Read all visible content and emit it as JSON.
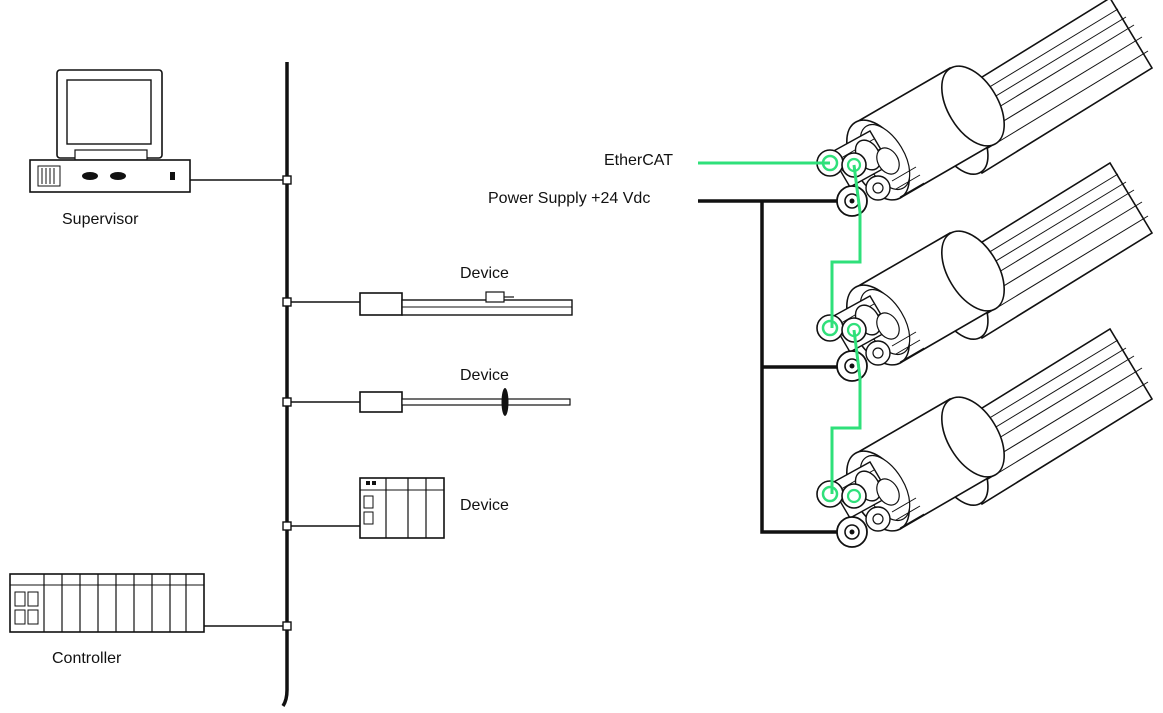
{
  "labels": {
    "supervisor": "Supervisor",
    "controller": "Controller",
    "device_1": "Device",
    "device_2": "Device",
    "device_3": "Device",
    "ethercat": "EtherCAT",
    "power": "Power Supply +24 Vdc"
  },
  "colors": {
    "ethercat_line": "#2fe07a",
    "line": "#111111",
    "background": "#ffffff"
  },
  "icons": {
    "supervisor": "desktop-computer-icon",
    "controller": "plc-rack-icon",
    "device_1": "linear-actuator-icon",
    "device_2": "rod-sensor-icon",
    "device_3": "io-module-icon",
    "drives": "servo-motor-icon"
  }
}
